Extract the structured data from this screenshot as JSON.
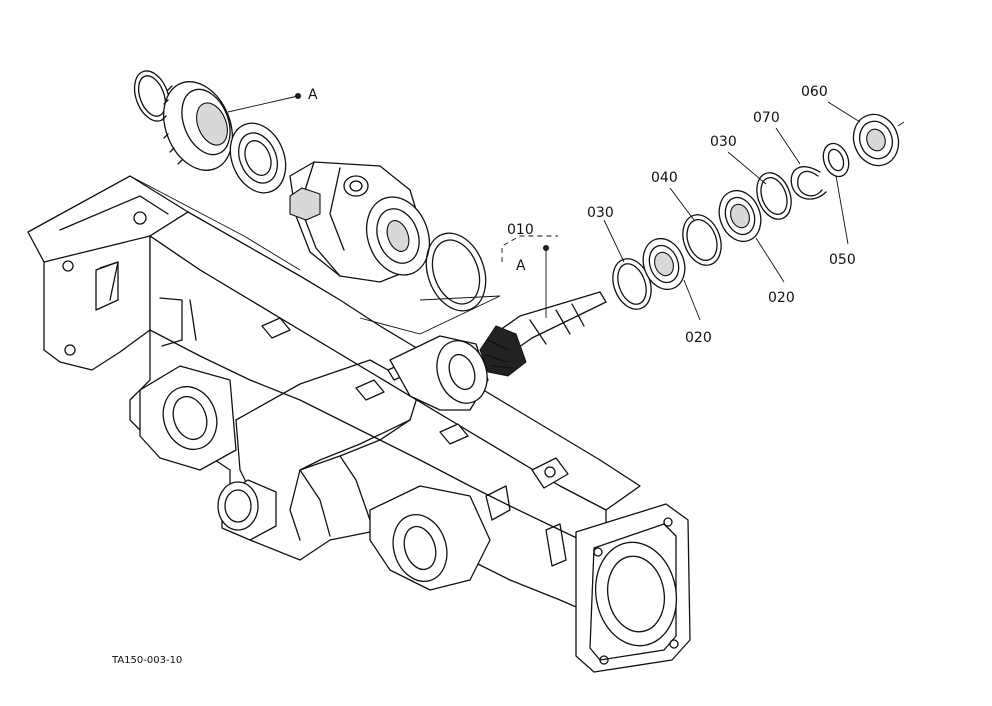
{
  "diagram": {
    "figure_code": "TA150-003-10",
    "callouts": [
      {
        "id": "A",
        "text": "A"
      },
      {
        "id": "010",
        "text": "010"
      },
      {
        "id": "A-sub",
        "text": "A"
      },
      {
        "id": "030a",
        "text": "030"
      },
      {
        "id": "040",
        "text": "040"
      },
      {
        "id": "030b",
        "text": "030"
      },
      {
        "id": "070",
        "text": "070"
      },
      {
        "id": "060",
        "text": "060"
      },
      {
        "id": "020a",
        "text": "020"
      },
      {
        "id": "020b",
        "text": "020"
      },
      {
        "id": "050",
        "text": "050"
      }
    ]
  }
}
